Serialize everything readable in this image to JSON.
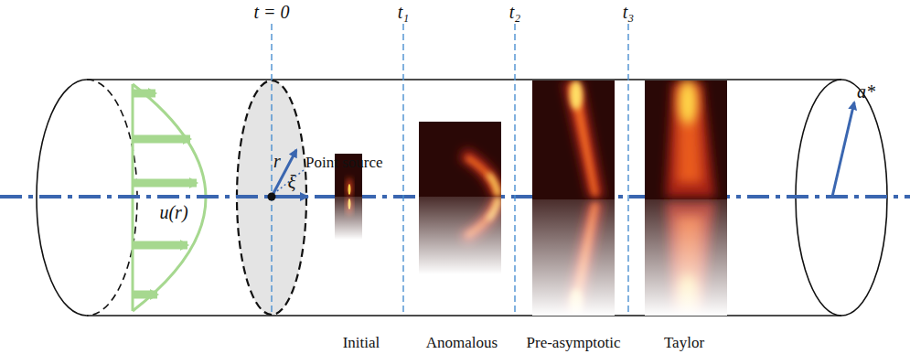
{
  "diagram": {
    "labels": [
      "t = 0",
      "t₁",
      "t₂",
      "t₃",
      "Point source",
      "r",
      "ξ",
      "u(r)",
      "a*",
      "Initial",
      "Anomalous",
      "Pre-asymptotic",
      "Taylor"
    ]
  }
}
